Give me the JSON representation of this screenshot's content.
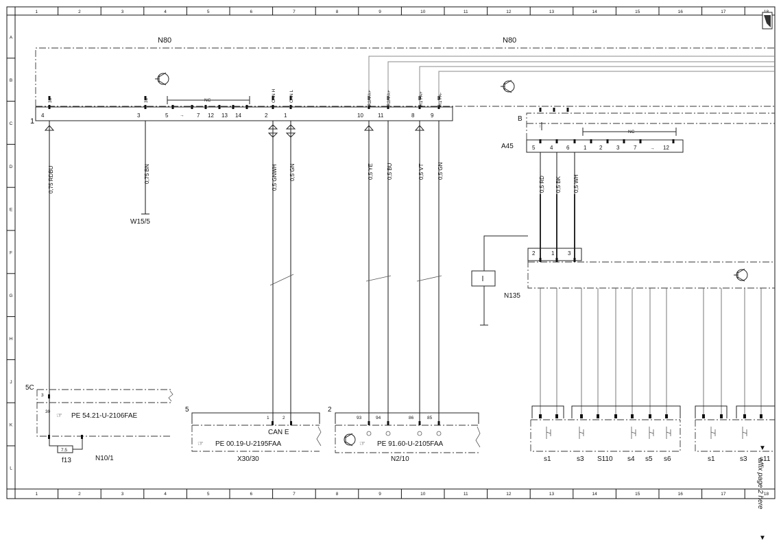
{
  "grid": {
    "columns": [
      "1",
      "2",
      "3",
      "4",
      "5",
      "6",
      "7",
      "8",
      "9",
      "10",
      "11",
      "12",
      "13",
      "14",
      "15",
      "16",
      "17",
      "18"
    ],
    "rows": [
      "A",
      "B",
      "C",
      "D",
      "E",
      "F",
      "G",
      "H",
      "J",
      "K",
      "L"
    ]
  },
  "components": {
    "n80_left": "N80",
    "n80_right": "N80",
    "n80_marker": "1",
    "w15_5": "W15/5",
    "a45": "A45",
    "a45_b": "B",
    "n135": "N135",
    "n10_1": "N10/1",
    "n10_1_marker": "5C",
    "f13": "f13",
    "f13_rating": "7.5",
    "x30_30": "X30/30",
    "x30_30_marker": "5",
    "x30_30_label": "CAN E",
    "n2_10": "N2/10",
    "n2_10_marker": "2",
    "s110": "S110",
    "s1a": "s1",
    "s3a": "s3",
    "s4": "s4",
    "s5": "s5",
    "s6": "s6",
    "s1b": "s1",
    "s3b": "s3",
    "s11": "s11",
    "nc1": "NC",
    "nc2": "NC"
  },
  "references": {
    "n10_1": "PE 54.21-U-2106FAE",
    "x30_30": "PE 00.19-U-2195FAA",
    "n2_10": "PE 91.60-U-2105FAA"
  },
  "pins": {
    "n80_top_30": "30",
    "n80_top_31": "31",
    "n80_top_canh": "CAN H",
    "n80_top_canl": "CAN L",
    "n80_top_fa1": "R2/ FA+",
    "n80_top_fa2": "R2/ FA+",
    "n80_top_fa3": "R1 FA+",
    "n80_top_fa4": "R1 FA-",
    "n80_4": "4",
    "n80_3": "3",
    "n80_5": "5",
    "n80_7": "7",
    "n80_12": "12",
    "n80_13": "13",
    "n80_14": "14",
    "n80_2": "2",
    "n80_1": "1",
    "n80_10": "10",
    "n80_11": "11",
    "n80_8": "8",
    "n80_9": "9",
    "a45_5": "5",
    "a45_4": "4",
    "a45_6": "6",
    "a45_1": "1",
    "a45_2": "2",
    "a45_3": "3",
    "a45_7": "7",
    "a45_12": "12",
    "n135_2": "2",
    "n135_1": "1",
    "n135_3": "3",
    "n10_3": "3",
    "n10_30": "30",
    "x30_1": "1",
    "x30_2": "2",
    "n2_93": "93",
    "n2_94": "94",
    "n2_86": "86",
    "n2_85": "85"
  },
  "wires": {
    "rdbu": "0,75 RDBU",
    "bn": "0,75 BN",
    "gnwh": "0,5 GNWH",
    "gn1": "0,5 GN",
    "ye": "0,5 YE",
    "bu": "0,5 BU",
    "vt": "0,5 VT",
    "gn2": "0,5 GN",
    "rd": "0,5 RD",
    "bk": "0,5 BK",
    "wh": "0,5 WH"
  },
  "affix_note": "affix page 2 here"
}
